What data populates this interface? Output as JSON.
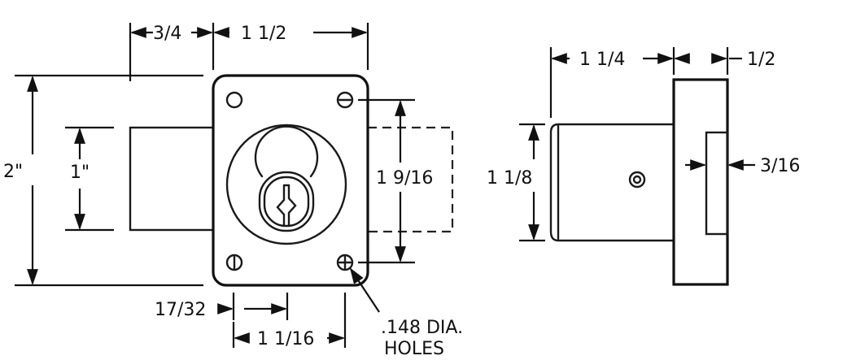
{
  "front_view": {
    "dim_top_left": "3/4",
    "dim_top_right": "1 1/2",
    "dim_height_overall": "2\"",
    "dim_height_bolt": "1\"",
    "dim_hole_spacing_vertical": "1 9/16",
    "dim_bottom_small": "17/32",
    "dim_bottom_spacing": "1 1/16",
    "note_line_1": ".148 DIA.",
    "note_line_2": "HOLES"
  },
  "side_view": {
    "dim_body_length": "1 1/4",
    "dim_flange_thickness": "1/2",
    "dim_body_diameter": "1 1/8",
    "dim_groove_width": "3/16"
  }
}
